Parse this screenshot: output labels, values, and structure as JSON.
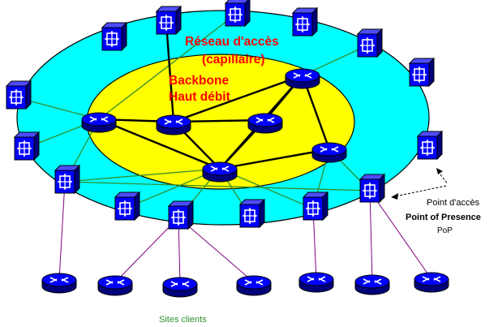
{
  "labels": {
    "access_network_line1": "Réseau d'accès",
    "access_network_line2": "(capillaire)",
    "backbone_line1": "Backbone",
    "backbone_line2": "Haut débit",
    "pop_line1": "Point d'accès",
    "pop_line2": "Point of Presence",
    "pop_line3": "PoP",
    "client_sites": "Sites clients"
  },
  "colors": {
    "access_ring": "#00ffff",
    "backbone_core": "#ffff00",
    "device_blue": "#0000ff",
    "device_dark": "#00007a",
    "access_link": "#2f8f2f",
    "client_link": "#800080",
    "backbone_link": "#000000",
    "label_red": "#ff0000",
    "label_green": "#2f8f2f"
  }
}
